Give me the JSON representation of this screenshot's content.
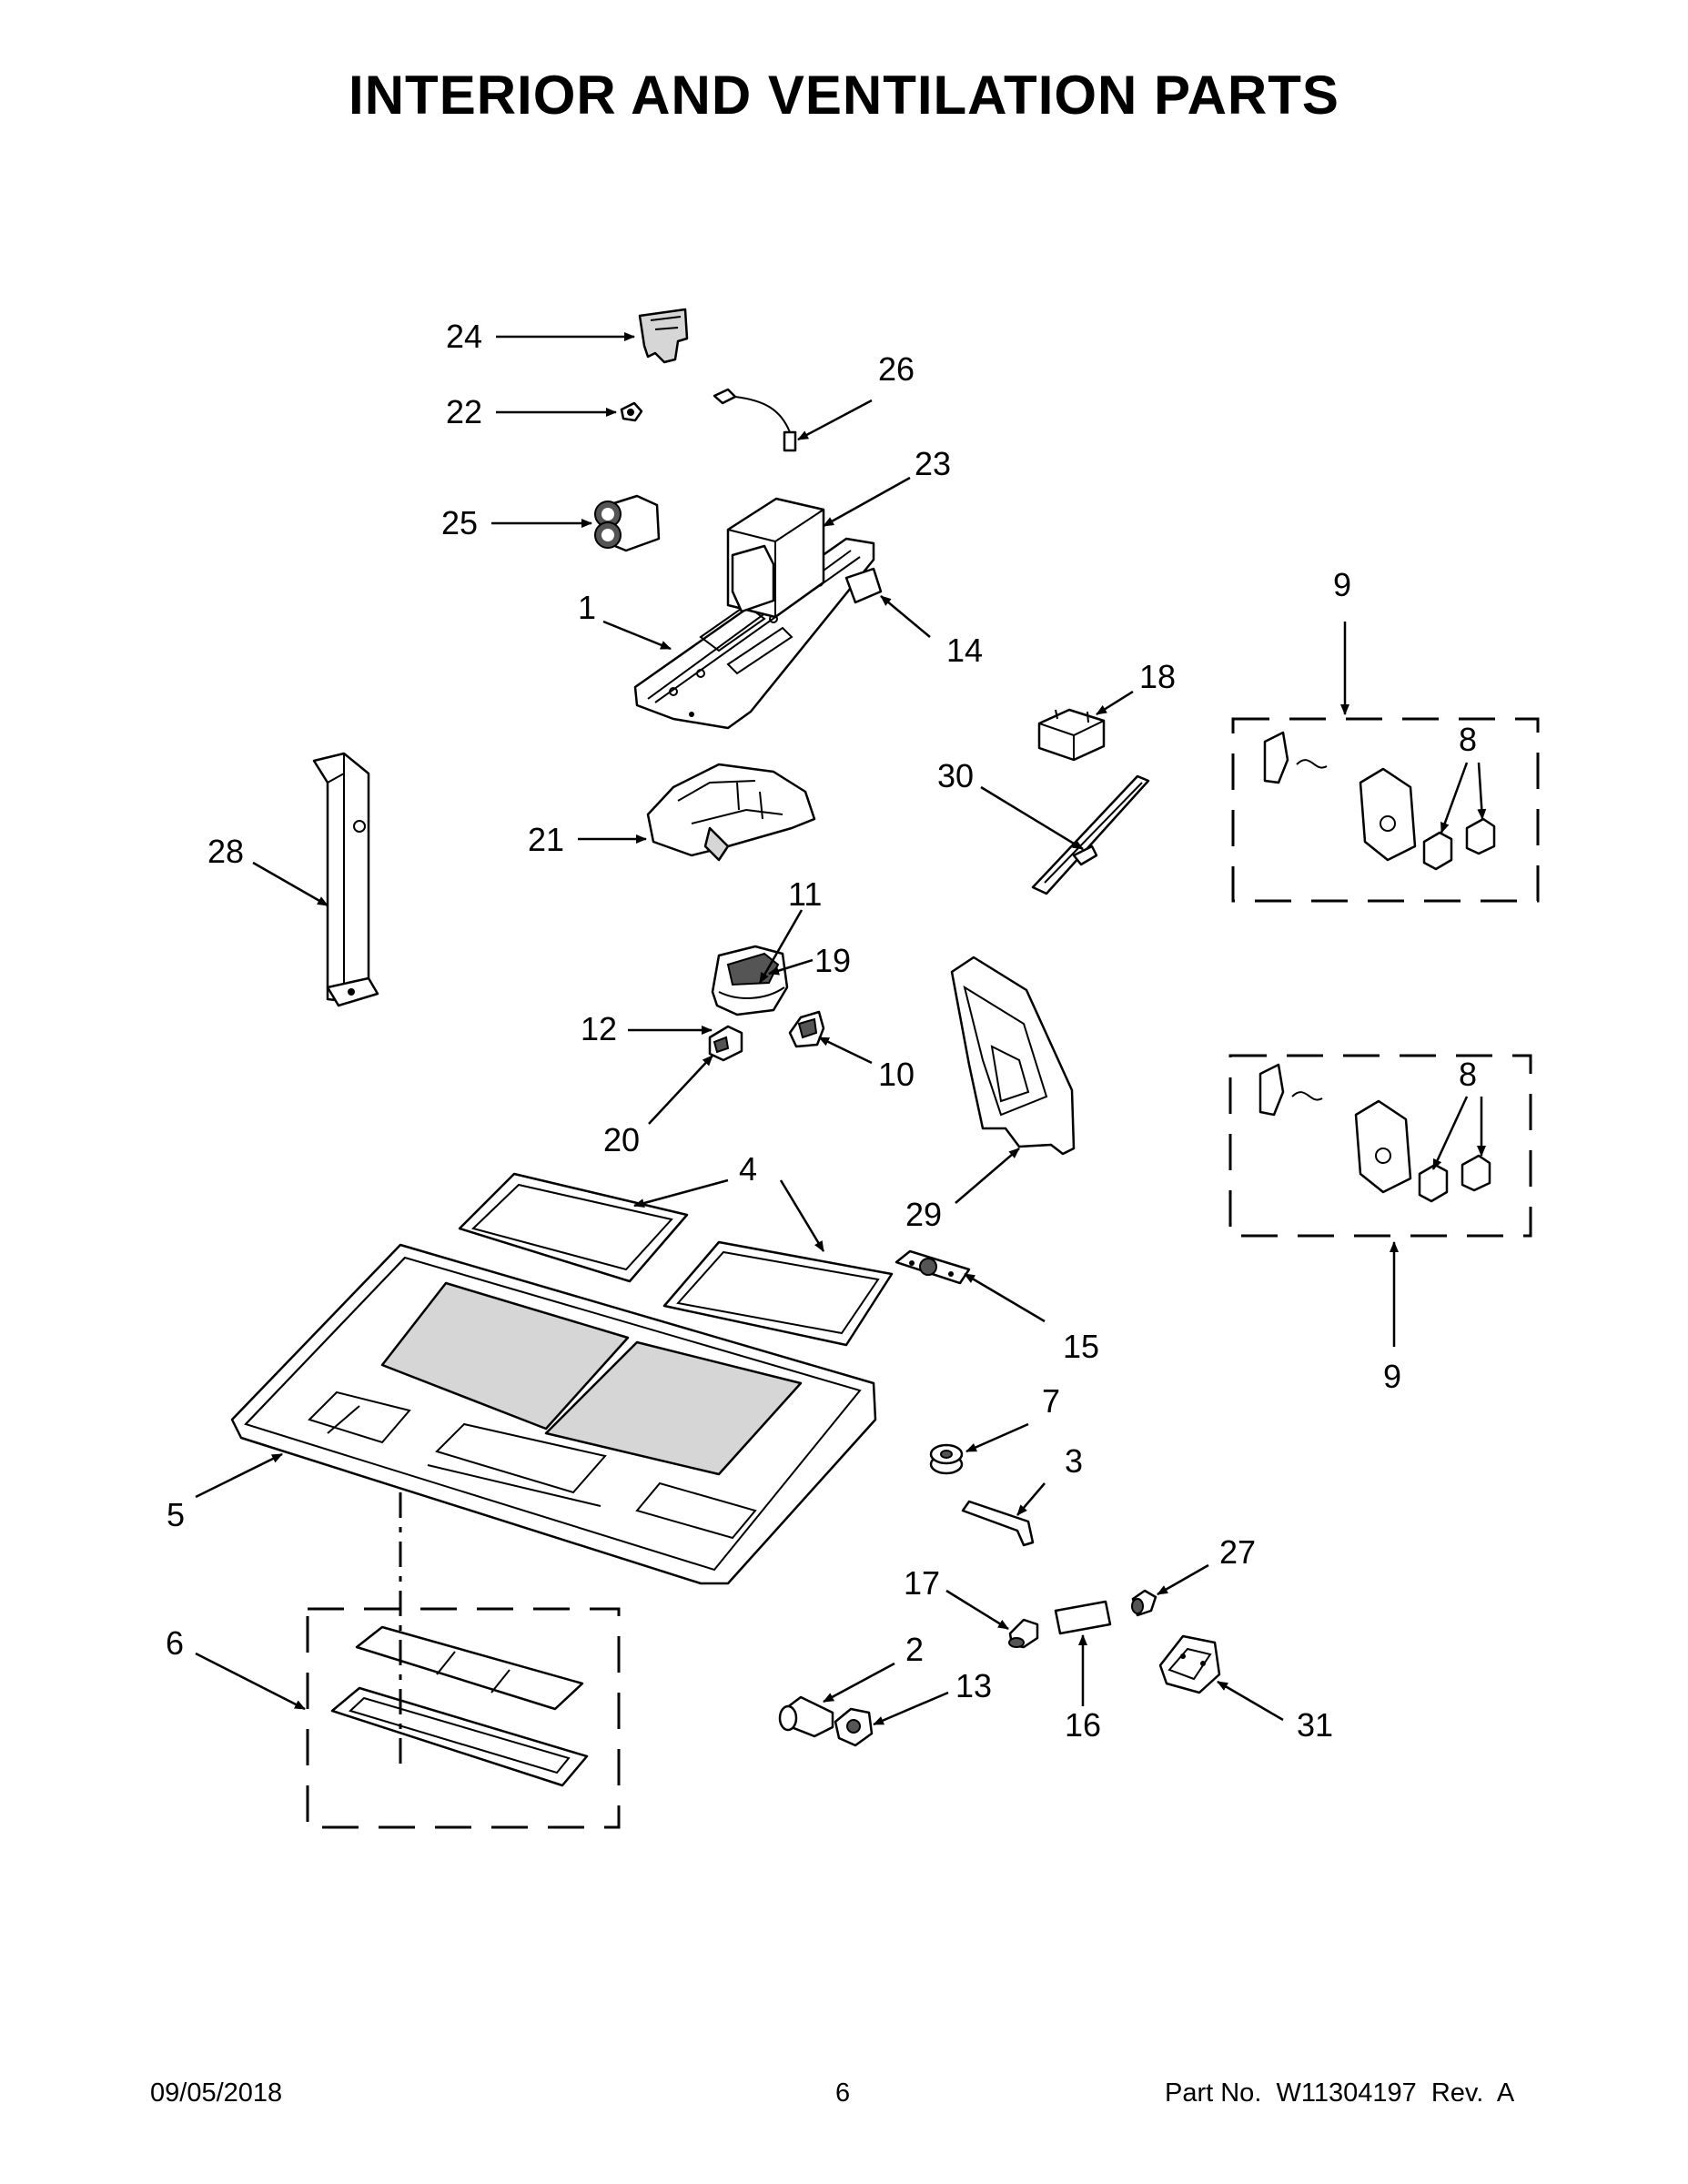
{
  "title": "INTERIOR AND VENTILATION PARTS",
  "footer": {
    "date": "09/05/2018",
    "page": "6",
    "part_no": "Part No.  W11304197  Rev.  A"
  },
  "callouts": [
    "24",
    "22",
    "26",
    "23",
    "25",
    "1",
    "14",
    "9",
    "18",
    "8",
    "28",
    "30",
    "21",
    "11",
    "19",
    "12",
    "10",
    "20",
    "29",
    "4",
    "8",
    "15",
    "9",
    "5",
    "7",
    "3",
    "17",
    "27",
    "6",
    "2",
    "13",
    "16",
    "31"
  ]
}
